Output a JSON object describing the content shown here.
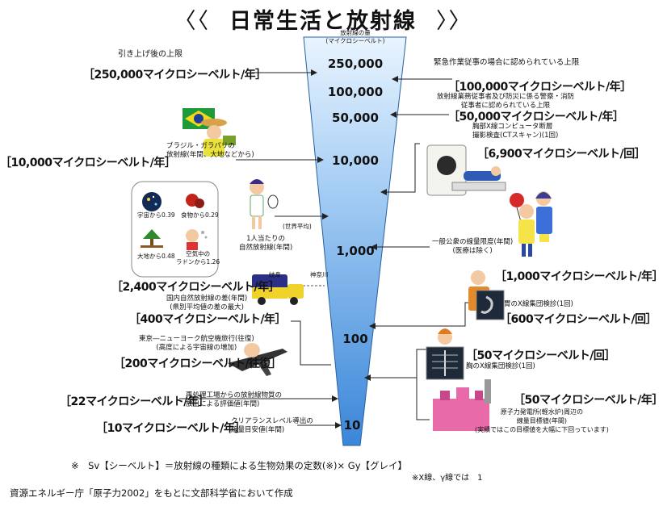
{
  "title": {
    "left_bracket": "〈〈",
    "text": "日常生活と放射線",
    "right_bracket": "〉〉"
  },
  "funnel": {
    "header": "放射線の量",
    "sub": "(マイクロシーベルト)",
    "fill_color": "#5b9ee3",
    "scale": [
      "250,000",
      "100,000",
      "50,000",
      "10,000",
      "1,000",
      "100",
      "10"
    ]
  },
  "left": {
    "upper_limit_caption": "引き上げ後の上限",
    "upper_limit_value": "［250,000マイクロシーベルト/年］",
    "brazil_caption": "ブラジル・ガラパリの\n放射線(年間、大地などから)",
    "brazil_value": "［10,000マイクロシーベルト/年］",
    "sources": [
      {
        "label": "宇宙から0.39",
        "icon": "galaxy-icon"
      },
      {
        "label": "食物から0.29",
        "icon": "food-icon"
      },
      {
        "label": "大地から0.48",
        "icon": "tree-icon"
      },
      {
        "label": "空気中の\nラドンから1.26",
        "icon": "air-icon"
      }
    ],
    "world_avg": "(世界平均)",
    "natural_caption": "1人当たりの\n自然放射線(年間)",
    "gifu": "岐阜",
    "kanagawa": "神奈川",
    "regional_value": "［2,400マイクロシーベルト/年］",
    "regional_caption": "国内自然放射線の差(年間)\n(県別平均値の差の最大)",
    "regional_diff_value": "［400マイクロシーベルト/年］",
    "flight_caption": "東京―ニューヨーク航空機旅行(往復)\n(高度による宇宙線の増加)",
    "flight_value": "［200マイクロシーベルト/往復］",
    "reprocessing_value": "［22マイクロシーベルト/年］",
    "reprocessing_caption": "再処理工場からの放射線物質の\n放出による評価値(年間)",
    "clearance_value": "［10マイクロシーベルト/年］",
    "clearance_caption": "クリアランスレベル導出の\n線量目安値(年間)"
  },
  "right": {
    "emergency_caption": "緊急作業従事の場合に認められている上限",
    "emergency_value": "［100,000マイクロシーベルト/年］",
    "worker_caption": "放射線業務従事者及び防災に係る警察・消防\n従事者に認められている上限",
    "worker_value": "［50,000マイクロシーベルト/年］",
    "ct_caption": "胸部X線コンピュータ断層\n撮影検査(CTスキャン)(1回)",
    "ct_value": "［6,900マイクロシーベルト/回］",
    "public_caption": "一般公衆の線量限度(年間)\n(医療は除く)",
    "public_value": "［1,000マイクロシーベルト/年］",
    "stomach_caption": "胃のX線集団検診(1回)",
    "stomach_value": "［600マイクロシーベルト/回］",
    "chest_value": "［50マイクロシーベルト/回］",
    "chest_caption": "胸のX線集団検診(1回)",
    "plant_value": "［50マイクロシーベルト/年］",
    "plant_caption": "原子力発電所(軽水炉)周辺の\n線量目標値(年間)\n(実績ではこの目標値を大幅に下回っています)"
  },
  "footer": {
    "formula": "※　Sv【シーベルト】＝放射線の種類による生物効果の定数(※)× Gy【グレイ】",
    "note": "※X線、γ線では　1",
    "source": "資源エネルギー庁「原子力2002」をもとに文部科学省において作成"
  }
}
